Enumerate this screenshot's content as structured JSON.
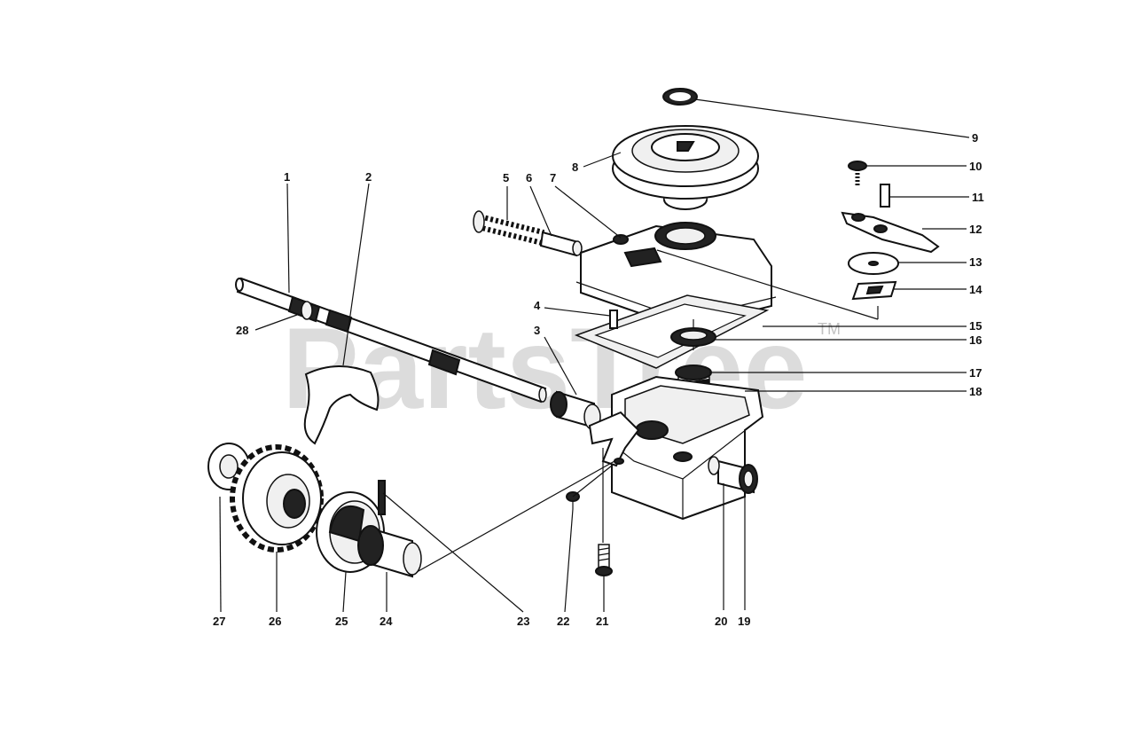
{
  "watermark": {
    "text": "PartsTree",
    "trademark": "TM"
  },
  "callouts": [
    "1",
    "2",
    "3",
    "4",
    "5",
    "6",
    "7",
    "8",
    "9",
    "10",
    "11",
    "12",
    "13",
    "14",
    "15",
    "16",
    "17",
    "18",
    "19",
    "20",
    "21",
    "22",
    "23",
    "24",
    "25",
    "26",
    "27",
    "28"
  ]
}
